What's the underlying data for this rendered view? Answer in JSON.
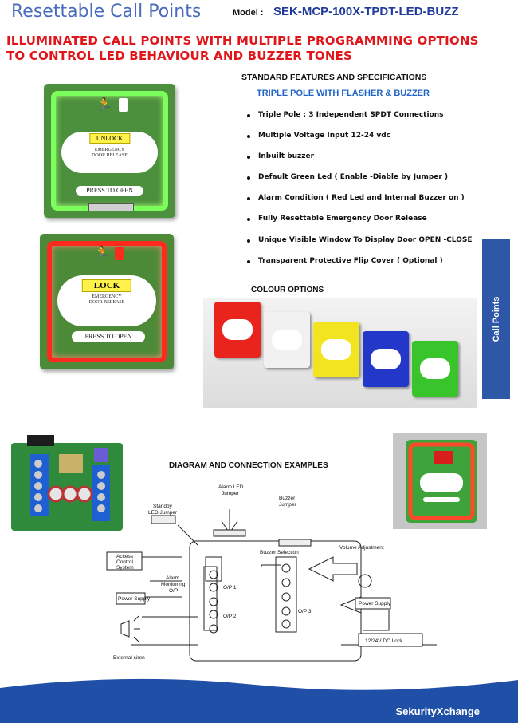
{
  "header": {
    "title": "Resettable Call Points",
    "model_label": "Model :",
    "model_value": "SEK-MCP-100X-TPDT-LED-BUZZ"
  },
  "headline": {
    "line1": "ILLUMINATED CALL POINTS WITH MULTIPLE PROGRAMMING OPTIONS",
    "line2": "TO CONTROL LED BEHAVIOUR AND BUZZER TONES"
  },
  "green_unit": {
    "tag": "UNLOCK",
    "line1": "EMERGENCY",
    "line2": "DOOR RELEASE",
    "press": "PRESS TO OPEN"
  },
  "red_unit": {
    "tag": "LOCK",
    "line1": "EMERGENCY",
    "line2": "DOOR RELEASE",
    "press": "PRESS TO OPEN"
  },
  "specs": {
    "heading": "STANDARD FEATURES AND SPECIFICATIONS",
    "subheading": "TRIPLE POLE WITH FLASHER & BUZZER",
    "items": [
      "Triple Pole  : 3 Independent SPDT  Connections",
      "Multiple Voltage Input 12-24 vdc",
      "Inbuilt buzzer",
      "Default Green Led ( Enable -Diable by Jumper )",
      "Alarm Condition ( Red Led and Internal Buzzer on )",
      "Fully Resettable Emergency Door Release",
      "Unique Visible Window To Display Door OPEN -CLOSE",
      "Transparent Protective Flip Cover ( Optional )"
    ]
  },
  "colour_options": {
    "heading": "COLOUR OPTIONS",
    "colors": [
      "#e8241c",
      "#f1f1f1",
      "#f2e41f",
      "#2337c9",
      "#38c42a"
    ]
  },
  "side_tab": {
    "label": "Call Points",
    "color": "#2f57a8"
  },
  "diagram": {
    "heading": "DIAGRAM AND CONNECTION EXAMPLES",
    "labels": {
      "alarm_led_jumper_1": "Alarm LED",
      "alarm_led_jumper_2": "Jumper",
      "buzzer_jumper_1": "Buzzer",
      "buzzer_jumper_2": "Jumper",
      "standby_1": "Standby",
      "standby_2": "LED Jumper",
      "access_1": "Access",
      "access_2": "Control",
      "access_3": "System",
      "alarm_mon_1": "Alarm",
      "alarm_mon_2": "Monitoring",
      "alarm_mon_3": "O/P",
      "power_supply_left": "Power Supply",
      "power_supply_right": "Power Supply",
      "external_siren": "External siren",
      "buzzer_selection": "Buzzer Selection",
      "volume_adjustment": "Volume Adjustment",
      "dc_lock": "12/24V DC Lock",
      "op1": "O/P 1",
      "op2": "O/P 2",
      "op3": "O/P 3"
    }
  },
  "footer": {
    "brand": "SekurityXchange",
    "color": "#1f4fa6"
  }
}
